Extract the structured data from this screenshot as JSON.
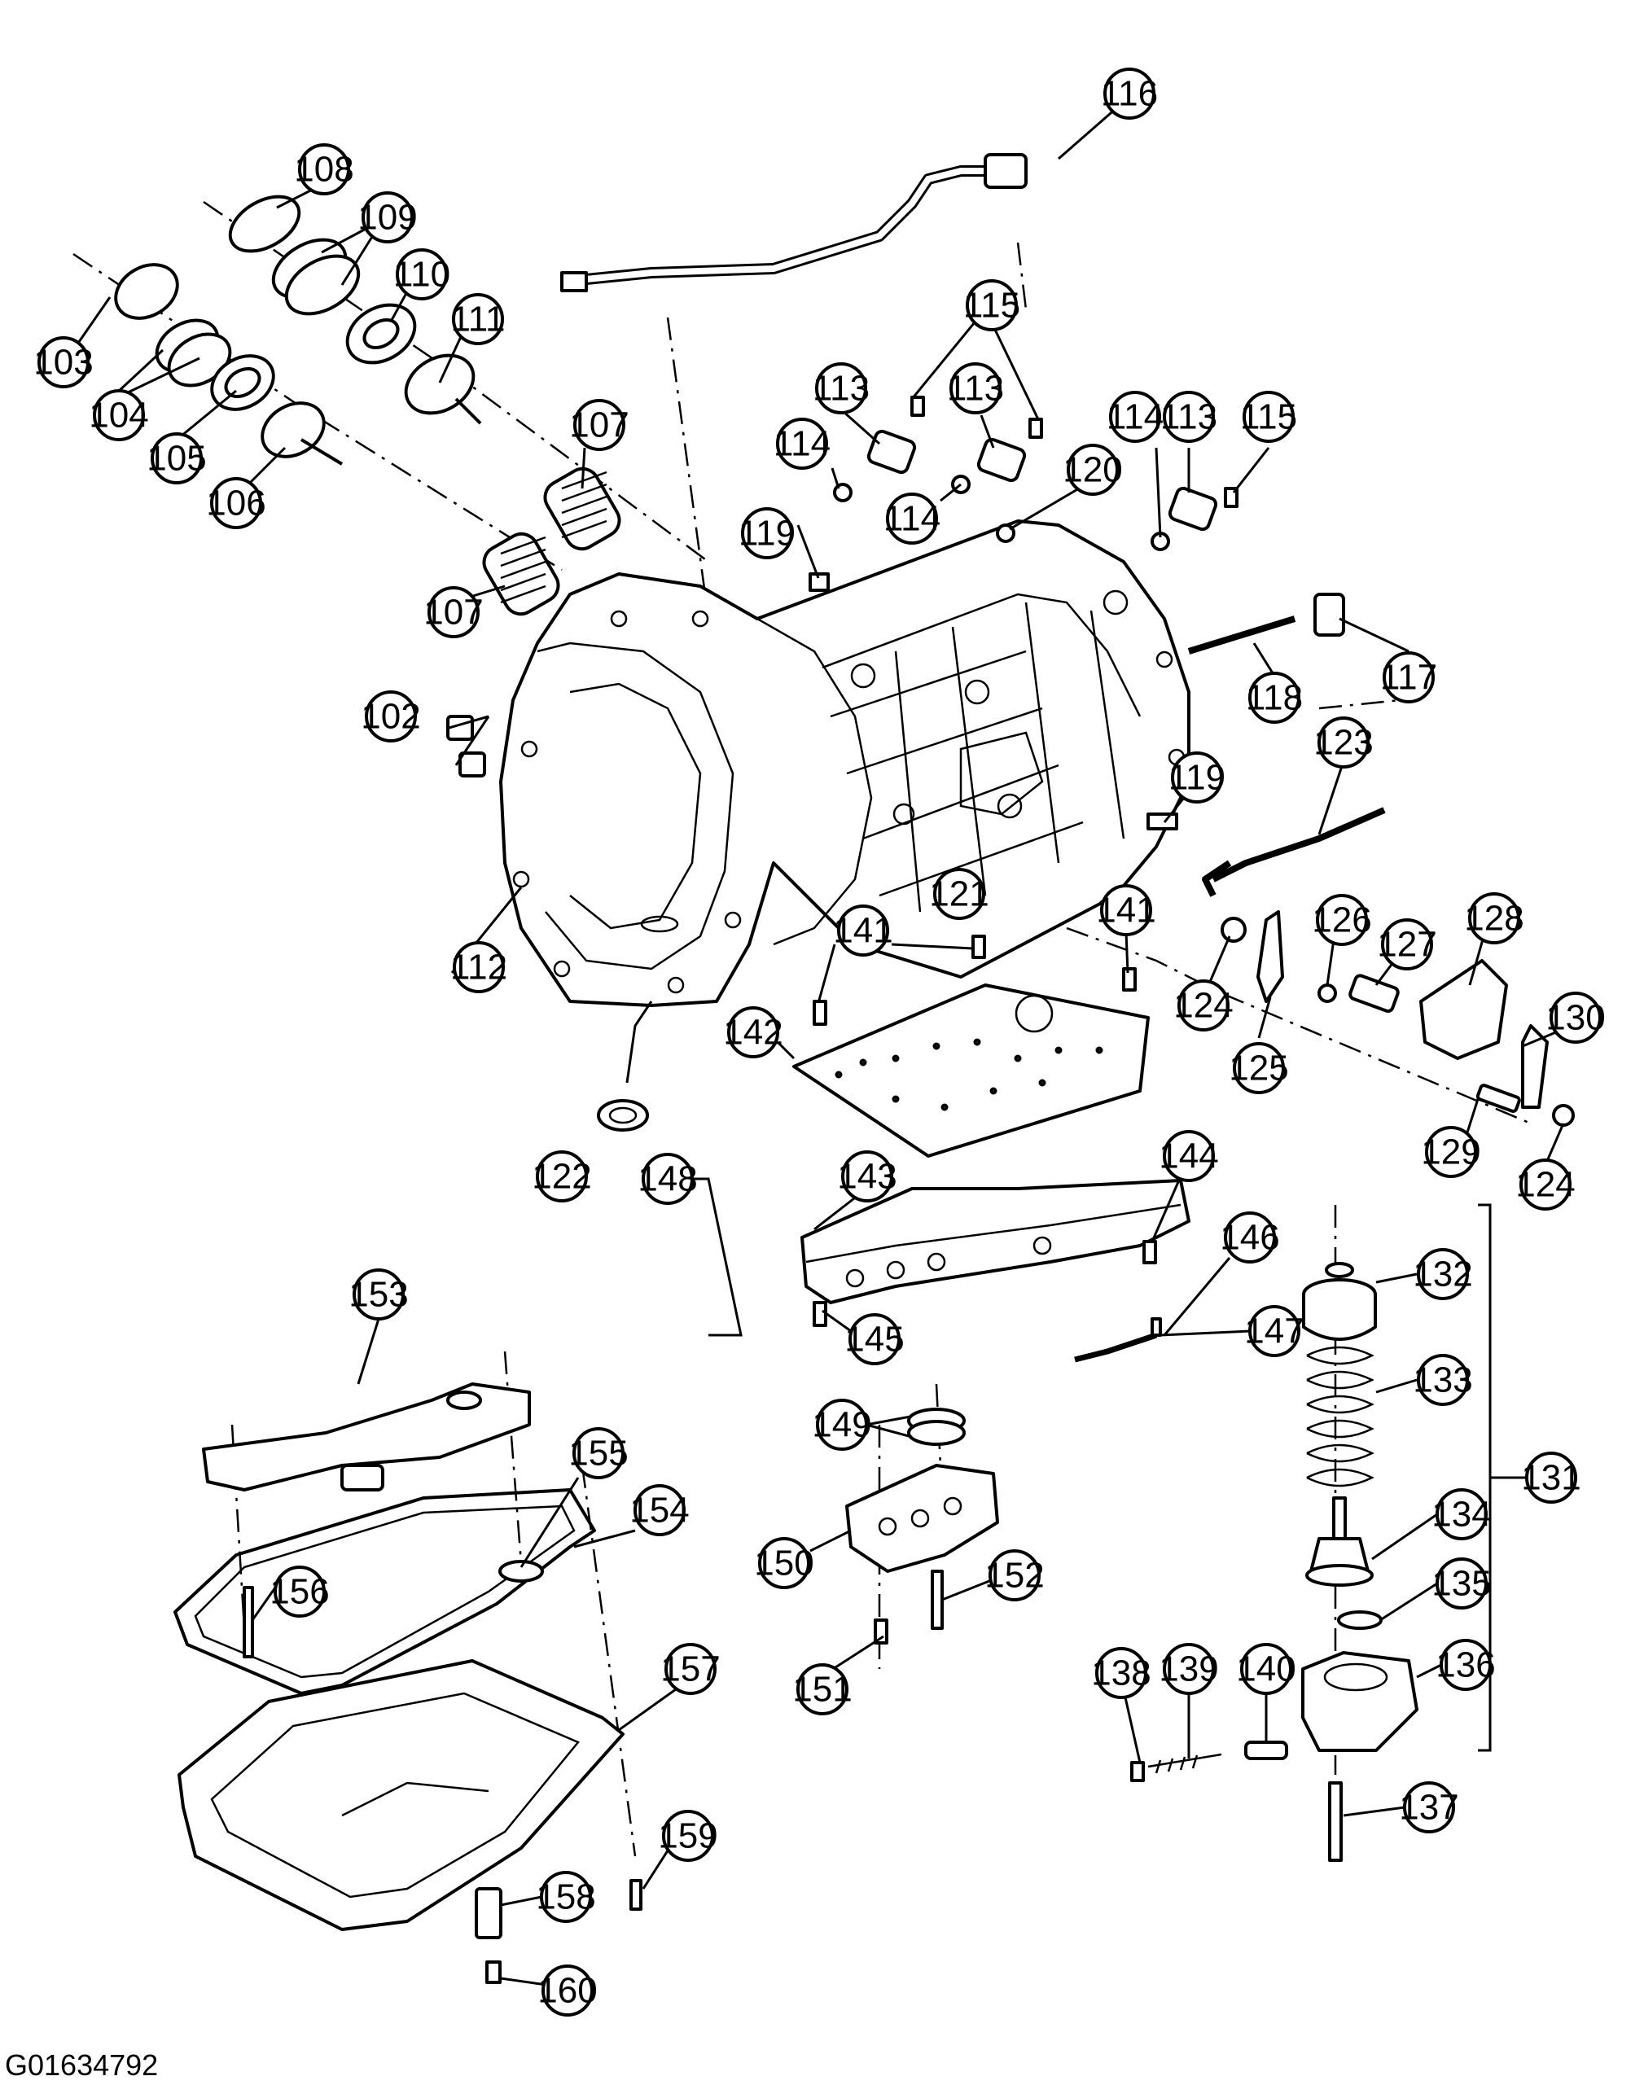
{
  "figure_id": "G01634792",
  "callouts": [
    {
      "id": "c102",
      "label": "102"
    },
    {
      "id": "c103",
      "label": "103"
    },
    {
      "id": "c104",
      "label": "104"
    },
    {
      "id": "c105",
      "label": "105"
    },
    {
      "id": "c106",
      "label": "106"
    },
    {
      "id": "c107a",
      "label": "107"
    },
    {
      "id": "c107b",
      "label": "107"
    },
    {
      "id": "c108",
      "label": "108"
    },
    {
      "id": "c109",
      "label": "109"
    },
    {
      "id": "c110",
      "label": "110"
    },
    {
      "id": "c111",
      "label": "111"
    },
    {
      "id": "c112",
      "label": "112"
    },
    {
      "id": "c113a",
      "label": "113"
    },
    {
      "id": "c113b",
      "label": "113"
    },
    {
      "id": "c113c",
      "label": "113"
    },
    {
      "id": "c114a",
      "label": "114"
    },
    {
      "id": "c114b",
      "label": "114"
    },
    {
      "id": "c114c",
      "label": "114"
    },
    {
      "id": "c115a",
      "label": "115"
    },
    {
      "id": "c115b",
      "label": "115"
    },
    {
      "id": "c116",
      "label": "116"
    },
    {
      "id": "c117",
      "label": "117"
    },
    {
      "id": "c118",
      "label": "118"
    },
    {
      "id": "c119a",
      "label": "119"
    },
    {
      "id": "c119b",
      "label": "119"
    },
    {
      "id": "c120",
      "label": "120"
    },
    {
      "id": "c121",
      "label": "121"
    },
    {
      "id": "c122",
      "label": "122"
    },
    {
      "id": "c123",
      "label": "123"
    },
    {
      "id": "c124a",
      "label": "124"
    },
    {
      "id": "c124b",
      "label": "124"
    },
    {
      "id": "c125",
      "label": "125"
    },
    {
      "id": "c126",
      "label": "126"
    },
    {
      "id": "c127",
      "label": "127"
    },
    {
      "id": "c128",
      "label": "128"
    },
    {
      "id": "c129",
      "label": "129"
    },
    {
      "id": "c130",
      "label": "130"
    },
    {
      "id": "c131",
      "label": "131"
    },
    {
      "id": "c132",
      "label": "132"
    },
    {
      "id": "c133",
      "label": "133"
    },
    {
      "id": "c134",
      "label": "134"
    },
    {
      "id": "c135",
      "label": "135"
    },
    {
      "id": "c136",
      "label": "136"
    },
    {
      "id": "c137",
      "label": "137"
    },
    {
      "id": "c138",
      "label": "138"
    },
    {
      "id": "c139",
      "label": "139"
    },
    {
      "id": "c140",
      "label": "140"
    },
    {
      "id": "c141a",
      "label": "141"
    },
    {
      "id": "c141b",
      "label": "141"
    },
    {
      "id": "c142",
      "label": "142"
    },
    {
      "id": "c143",
      "label": "143"
    },
    {
      "id": "c144",
      "label": "144"
    },
    {
      "id": "c145",
      "label": "145"
    },
    {
      "id": "c146",
      "label": "146"
    },
    {
      "id": "c147",
      "label": "147"
    },
    {
      "id": "c148",
      "label": "148"
    },
    {
      "id": "c149",
      "label": "149"
    },
    {
      "id": "c150",
      "label": "150"
    },
    {
      "id": "c151",
      "label": "151"
    },
    {
      "id": "c152",
      "label": "152"
    },
    {
      "id": "c153",
      "label": "153"
    },
    {
      "id": "c154",
      "label": "154"
    },
    {
      "id": "c155",
      "label": "155"
    },
    {
      "id": "c156",
      "label": "156"
    },
    {
      "id": "c157",
      "label": "157"
    },
    {
      "id": "c158",
      "label": "158"
    },
    {
      "id": "c159",
      "label": "159"
    },
    {
      "id": "c160",
      "label": "160"
    }
  ]
}
